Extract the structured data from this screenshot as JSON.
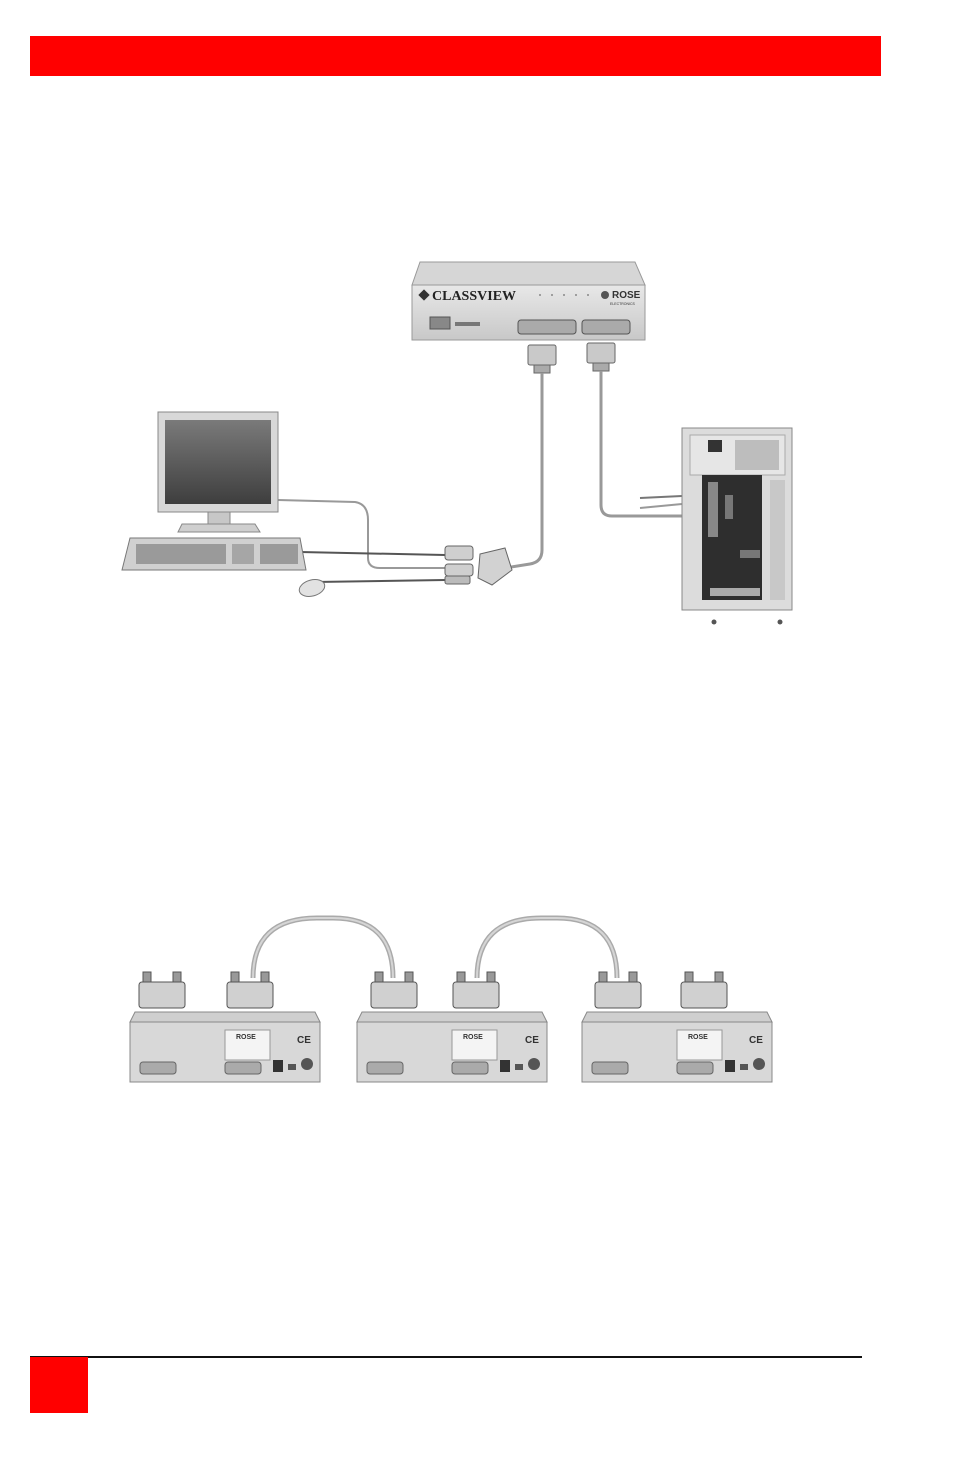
{
  "figure1": {
    "brand_text": "CLASSVIEW",
    "logo_text": "ROSE",
    "logo_sub": "ELECTRONICS"
  },
  "figure2": {
    "units": [
      {
        "logo_text": "ROSE",
        "ce_mark": "CE"
      },
      {
        "logo_text": "ROSE",
        "ce_mark": "CE"
      },
      {
        "logo_text": "ROSE",
        "ce_mark": "CE"
      }
    ]
  },
  "colors": {
    "accent_red": "#ff0000"
  }
}
